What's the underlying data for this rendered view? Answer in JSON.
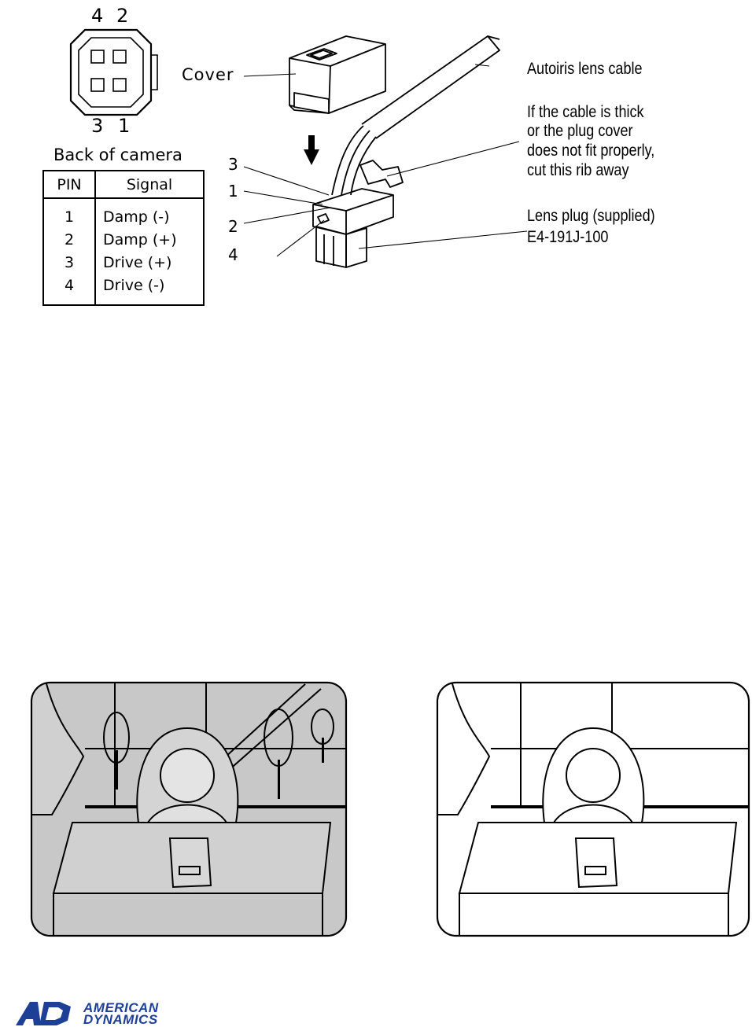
{
  "connector": {
    "pin_labels": {
      "top_left": "4",
      "top_right": "2",
      "bottom_left": "3",
      "bottom_right": "1"
    },
    "caption": "Back of camera"
  },
  "pin_table": {
    "headers": [
      "PIN",
      "Signal"
    ],
    "rows": [
      {
        "pin": "1",
        "signal": "Damp (-)"
      },
      {
        "pin": "2",
        "signal": "Damp (+)"
      },
      {
        "pin": "3",
        "signal": "Drive (+)"
      },
      {
        "pin": "4",
        "signal": "Drive (-)"
      }
    ]
  },
  "plug_diagram": {
    "cover_label": "Cover",
    "cable_label": "Autoiris lens cable",
    "rib_note": [
      "If the cable is thick",
      "or the plug cover",
      "does not fit properly,",
      "cut this rib away"
    ],
    "plug_label": [
      "Lens plug (supplied)",
      "E4-191J-100"
    ],
    "wire_numbers": [
      "3",
      "1",
      "2",
      "4"
    ]
  },
  "illustrations": {
    "left": {
      "name": "backlit-scene",
      "tone": "#c8c8c8"
    },
    "right": {
      "name": "compensated-scene",
      "tone": "#ffffff"
    }
  },
  "logo": {
    "line1": "AMERICAN",
    "line2": "DYNAMICS",
    "color": "#1d3f95"
  }
}
